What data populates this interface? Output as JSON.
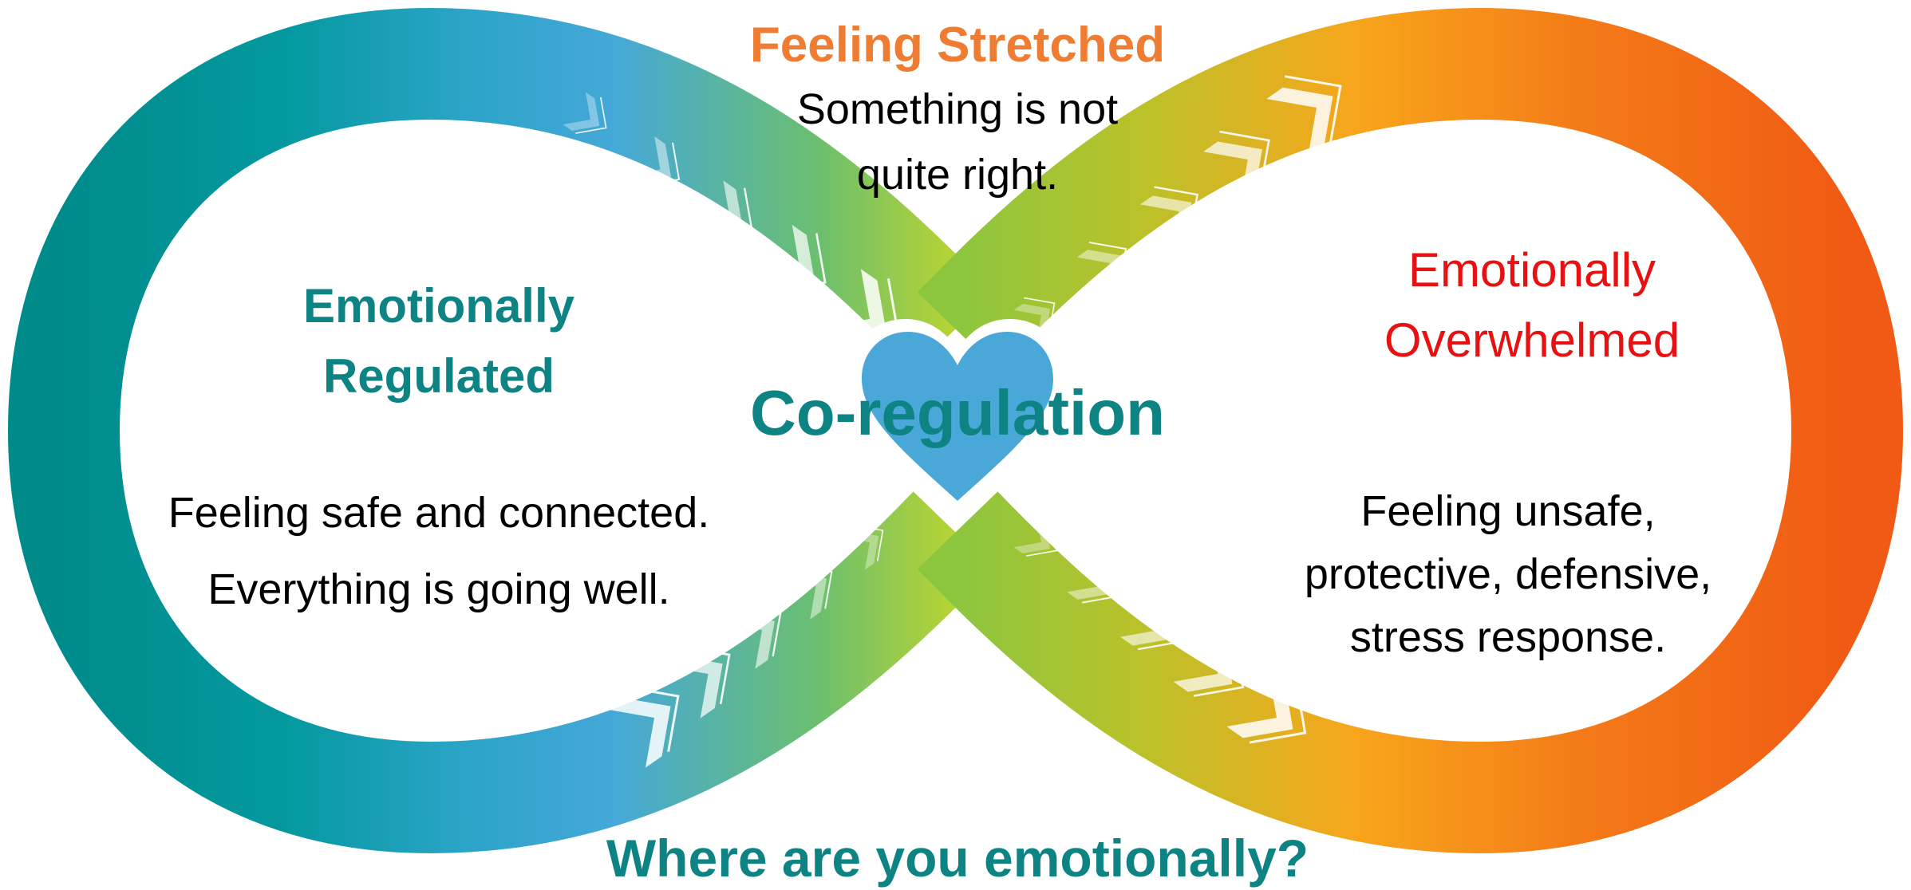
{
  "colors": {
    "teal": "#008B8B",
    "blue": "#45A8D8",
    "lime": "#8CC63F",
    "amber": "#F8A51B",
    "orange_red": "#F05A14",
    "stretched_text": "#EE7D33",
    "overwhelmed_text": "#E81010",
    "regulated_text": "#0E8383",
    "heart": "#4AA8D8",
    "body_text": "#000000"
  },
  "center": {
    "title": "Co-regulation",
    "icon": "heart-icon"
  },
  "top": {
    "title": "Feeling Stretched",
    "lines": [
      "Something is not",
      "quite right."
    ]
  },
  "left": {
    "title_lines": [
      "Emotionally",
      "Regulated"
    ],
    "lines": [
      "Feeling safe and connected.",
      "Everything is going well."
    ]
  },
  "right": {
    "title_lines": [
      "Emotionally",
      "Overwhelmed"
    ],
    "lines": [
      "Feeling unsafe,",
      "protective, defensive,",
      "stress response."
    ]
  },
  "bottom": {
    "question": "Where are you emotionally?"
  }
}
